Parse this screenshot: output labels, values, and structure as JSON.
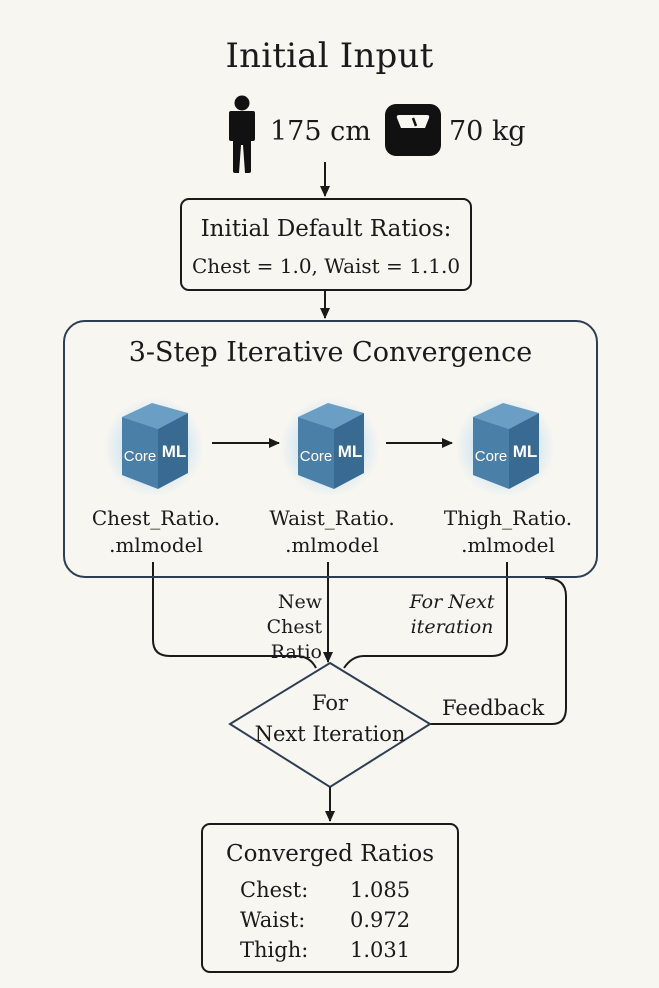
{
  "title": "Initial Input",
  "inputs": {
    "height": "175 cm",
    "weight": "70 kg",
    "height_icon": "person-icon",
    "weight_icon": "scale-icon"
  },
  "defaults": {
    "title": "Initial Default Ratios:",
    "values": "Chest = 1.0, Waist = 1.1.0"
  },
  "loop": {
    "title": "3-Step Iterative Convergence",
    "models": [
      {
        "badge_left": "Core",
        "badge_right": "ML",
        "line1": "Chest_Ratio.",
        "line2": ".mlmodel"
      },
      {
        "badge_left": "Core",
        "badge_right": "ML",
        "line1": "Waist_Ratio.",
        "line2": ".mlmodel"
      },
      {
        "badge_left": "Core",
        "badge_right": "ML",
        "line1": "Thigh_Ratio.",
        "line2": ".mlmodel"
      }
    ]
  },
  "flow": {
    "new_chest_line1": "New",
    "new_chest_line2": "Chest Ratio",
    "for_next_line1": "For Next",
    "for_next_line2": "iteration",
    "decision_line1": "For",
    "decision_line2": "Next Iteration",
    "feedback": "Feedback"
  },
  "result": {
    "title": "Converged Ratios",
    "rows": [
      {
        "label": "Chest:",
        "value": "1.085"
      },
      {
        "label": "Waist:",
        "value": "0.972"
      },
      {
        "label": "Thigh:",
        "value": "1.031"
      }
    ]
  },
  "colors": {
    "cube_face": "#4a7fa8",
    "cube_top": "#6a9ec4",
    "cube_side": "#386a92",
    "glow": "#7fc4f2",
    "line": "#1a1a1a",
    "loop_border": "#2d3d52"
  }
}
